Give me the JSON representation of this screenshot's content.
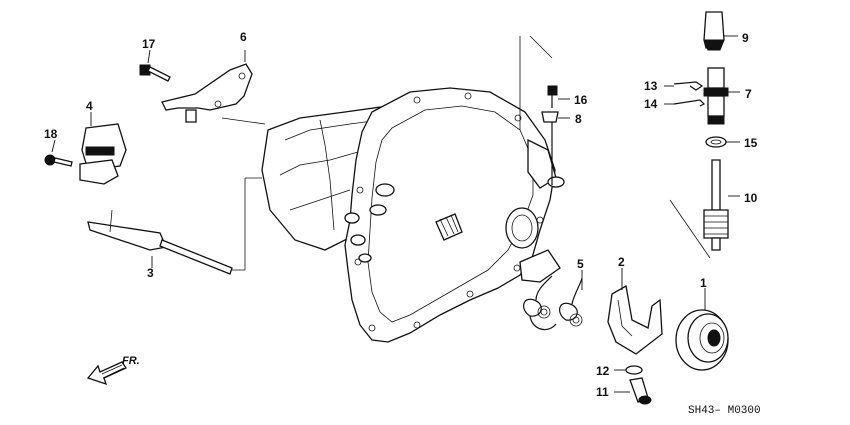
{
  "callouts": [
    {
      "id": "1",
      "label": "1"
    },
    {
      "id": "2",
      "label": "2"
    },
    {
      "id": "3",
      "label": "3"
    },
    {
      "id": "4",
      "label": "4"
    },
    {
      "id": "5",
      "label": "5"
    },
    {
      "id": "6",
      "label": "6"
    },
    {
      "id": "7",
      "label": "7"
    },
    {
      "id": "8",
      "label": "8"
    },
    {
      "id": "9",
      "label": "9"
    },
    {
      "id": "10",
      "label": "10"
    },
    {
      "id": "12",
      "label": "12"
    },
    {
      "id": "13",
      "label": "13"
    },
    {
      "id": "14",
      "label": "14"
    },
    {
      "id": "15",
      "label": "15"
    },
    {
      "id": "16",
      "label": "16"
    },
    {
      "id": "17",
      "label": "17"
    },
    {
      "id": "18",
      "label": "18"
    },
    {
      "id": "11",
      "label": "11"
    }
  ],
  "direction_label": "FR.",
  "diagram_code": "SH43– M0300",
  "colors": {
    "ink": "#111111",
    "paper": "#ffffff"
  }
}
